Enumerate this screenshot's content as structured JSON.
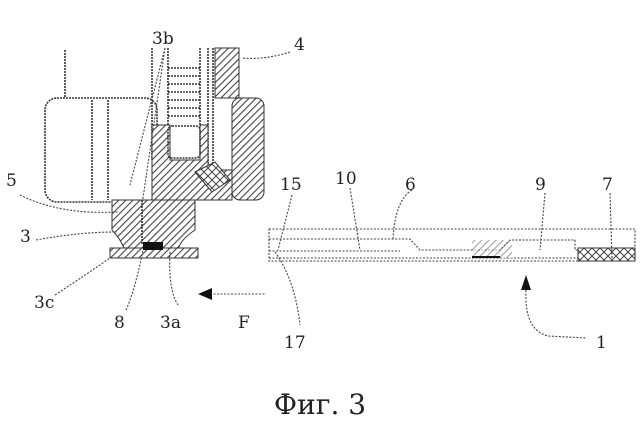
{
  "figure": {
    "caption": "Фиг. 3",
    "labels": {
      "l3b": "3b",
      "l4": "4",
      "l5": "5",
      "l3": "3",
      "l3c": "3c",
      "l8": "8",
      "l3a": "3a",
      "lF": "F",
      "l15": "15",
      "l10": "10",
      "l6": "6",
      "l9": "9",
      "l7": "7",
      "l17": "17",
      "l1": "1"
    },
    "colors": {
      "ink": "#333333",
      "background": "#ffffff"
    }
  }
}
